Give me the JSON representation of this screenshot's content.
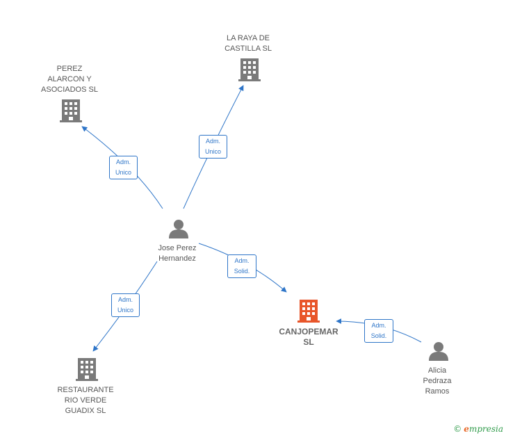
{
  "colors": {
    "edge": "#2e75c8",
    "building": "#7a7a7a",
    "focus_building": "#e8562a",
    "person": "#7a7a7a"
  },
  "nodes": {
    "perez_alarcon": {
      "label": "PEREZ\nALARCON Y\nASOCIADOS  SL",
      "icon": "building-icon"
    },
    "la_raya": {
      "label": "LA RAYA DE\nCASTILLA SL",
      "icon": "building-icon"
    },
    "jose": {
      "label": "Jose Perez\nHernandez",
      "icon": "person-icon"
    },
    "restaurante": {
      "label": "RESTAURANTE\nRIO VERDE\nGUADIX  SL",
      "icon": "building-icon"
    },
    "canjopemar": {
      "label": "CANJOPEMAR\nSL",
      "icon": "building-icon"
    },
    "alicia": {
      "label": "Alicia\nPedraza\nRamos",
      "icon": "person-icon"
    }
  },
  "edges": {
    "e1": {
      "label": "Adm.\nUnico"
    },
    "e2": {
      "label": "Adm.\nUnico"
    },
    "e3": {
      "label": "Adm.\nSolid."
    },
    "e4": {
      "label": "Adm.\nUnico"
    },
    "e5": {
      "label": "Adm.\nSolid."
    }
  },
  "brand": {
    "symbol": "©",
    "first_letter": "e",
    "rest": "mpresia"
  }
}
